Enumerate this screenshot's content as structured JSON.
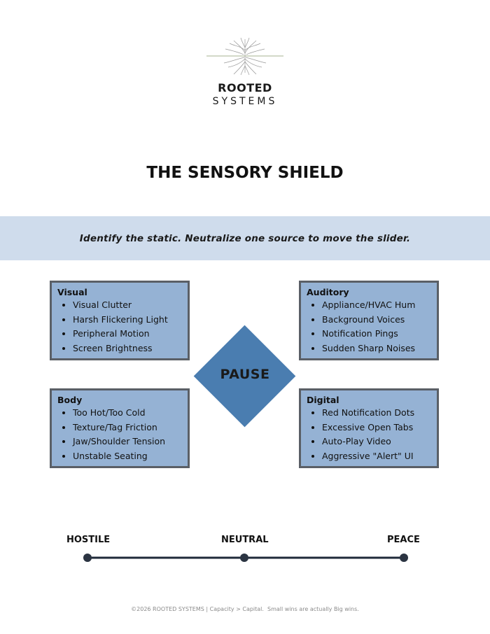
{
  "logo": {
    "brand_line1": "ROOTED",
    "brand_line2": "SYSTEMS",
    "accent_color": "#b9c2a6"
  },
  "title": "THE SENSORY SHIELD",
  "banner": {
    "text": "Identify the static. Neutralize one source to move the slider.",
    "background": "#cfdcec"
  },
  "quadrants": {
    "visual": {
      "heading": "Visual",
      "items": [
        "Visual Clutter",
        "Harsh Flickering Light",
        "Peripheral Motion",
        "Screen Brightness"
      ]
    },
    "auditory": {
      "heading": "Auditory",
      "items": [
        "Appliance/HVAC Hum",
        "Background Voices",
        "Notification Pings",
        "Sudden Sharp Noises"
      ]
    },
    "body": {
      "heading": "Body",
      "items": [
        "Too Hot/Too Cold",
        "Texture/Tag Friction",
        "Jaw/Shoulder Tension",
        "Unstable Seating"
      ]
    },
    "digital": {
      "heading": "Digital",
      "items": [
        "Red Notification Dots",
        "Excessive Open Tabs",
        "Auto-Play Video",
        "Aggressive \"Alert\" UI"
      ]
    },
    "box_color": "#95b2d4",
    "border_color": "#5a5f66"
  },
  "center": {
    "label": "PAUSE",
    "color": "#4a7db0"
  },
  "slider": {
    "labels": [
      "HOSTILE",
      "NEUTRAL",
      "PEACE"
    ],
    "line_color": "#1f2a3a"
  },
  "footer": "©2026 ROOTED SYSTEMS | Capacity > Capital.  Small wins are actually Big wins."
}
